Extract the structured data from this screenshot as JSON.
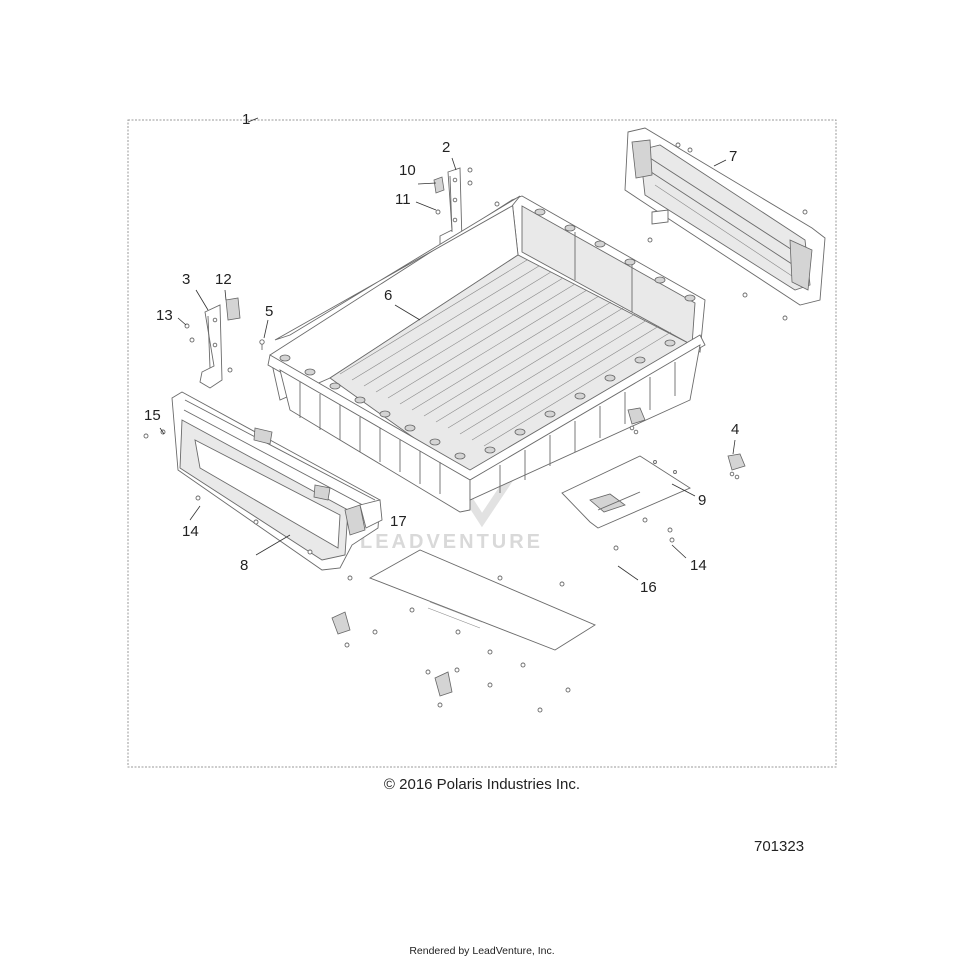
{
  "diagram": {
    "callouts": [
      "1",
      "2",
      "3",
      "4",
      "5",
      "6",
      "7",
      "8",
      "9",
      "10",
      "11",
      "12",
      "13",
      "14",
      "14",
      "15",
      "16",
      "17"
    ],
    "copyright": "© 2016 Polaris Industries Inc.",
    "diagram_id": "701323",
    "watermark": "LEADVENTURE",
    "footer": "Rendered by LeadVenture, Inc."
  }
}
